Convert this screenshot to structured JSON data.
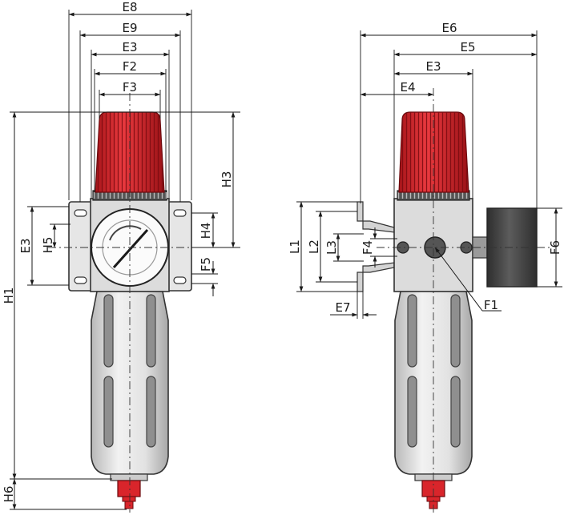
{
  "left_view": {
    "horizontal_dims": [
      "E8",
      "E9",
      "E3",
      "F2",
      "F3"
    ],
    "vertical_dims": [
      "H3",
      "H4",
      "F5",
      "E3",
      "H5",
      "H1",
      "H6"
    ]
  },
  "right_view": {
    "horizontal_dims": [
      "E6",
      "E5",
      "E3",
      "E4",
      "E7"
    ],
    "vertical_dims": [
      "L1",
      "L2",
      "L3",
      "F4",
      "F6"
    ],
    "callout": "F1"
  },
  "colors": {
    "red_knob": "#d9252b",
    "body_gray": "#e3e3e3",
    "gauge_dark": "#4a4a4a"
  }
}
